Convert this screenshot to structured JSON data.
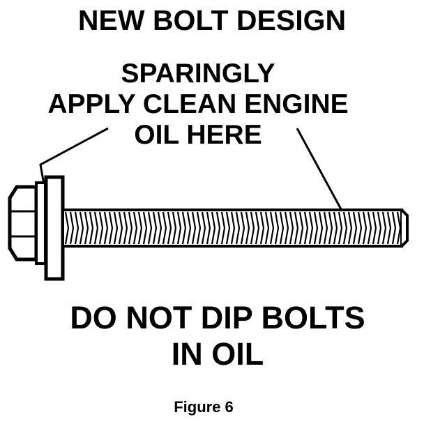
{
  "title": "NEW BOLT DESIGN",
  "callout": {
    "line1": "SPARINGLY",
    "line2": "APPLY CLEAN ENGINE",
    "line3": "OIL HERE"
  },
  "warning": {
    "line1": "DO NOT DIP BOLTS",
    "line2": "IN OIL"
  },
  "caption": "Figure 6",
  "colors": {
    "ink": "#000000",
    "paper": "#ffffff"
  }
}
